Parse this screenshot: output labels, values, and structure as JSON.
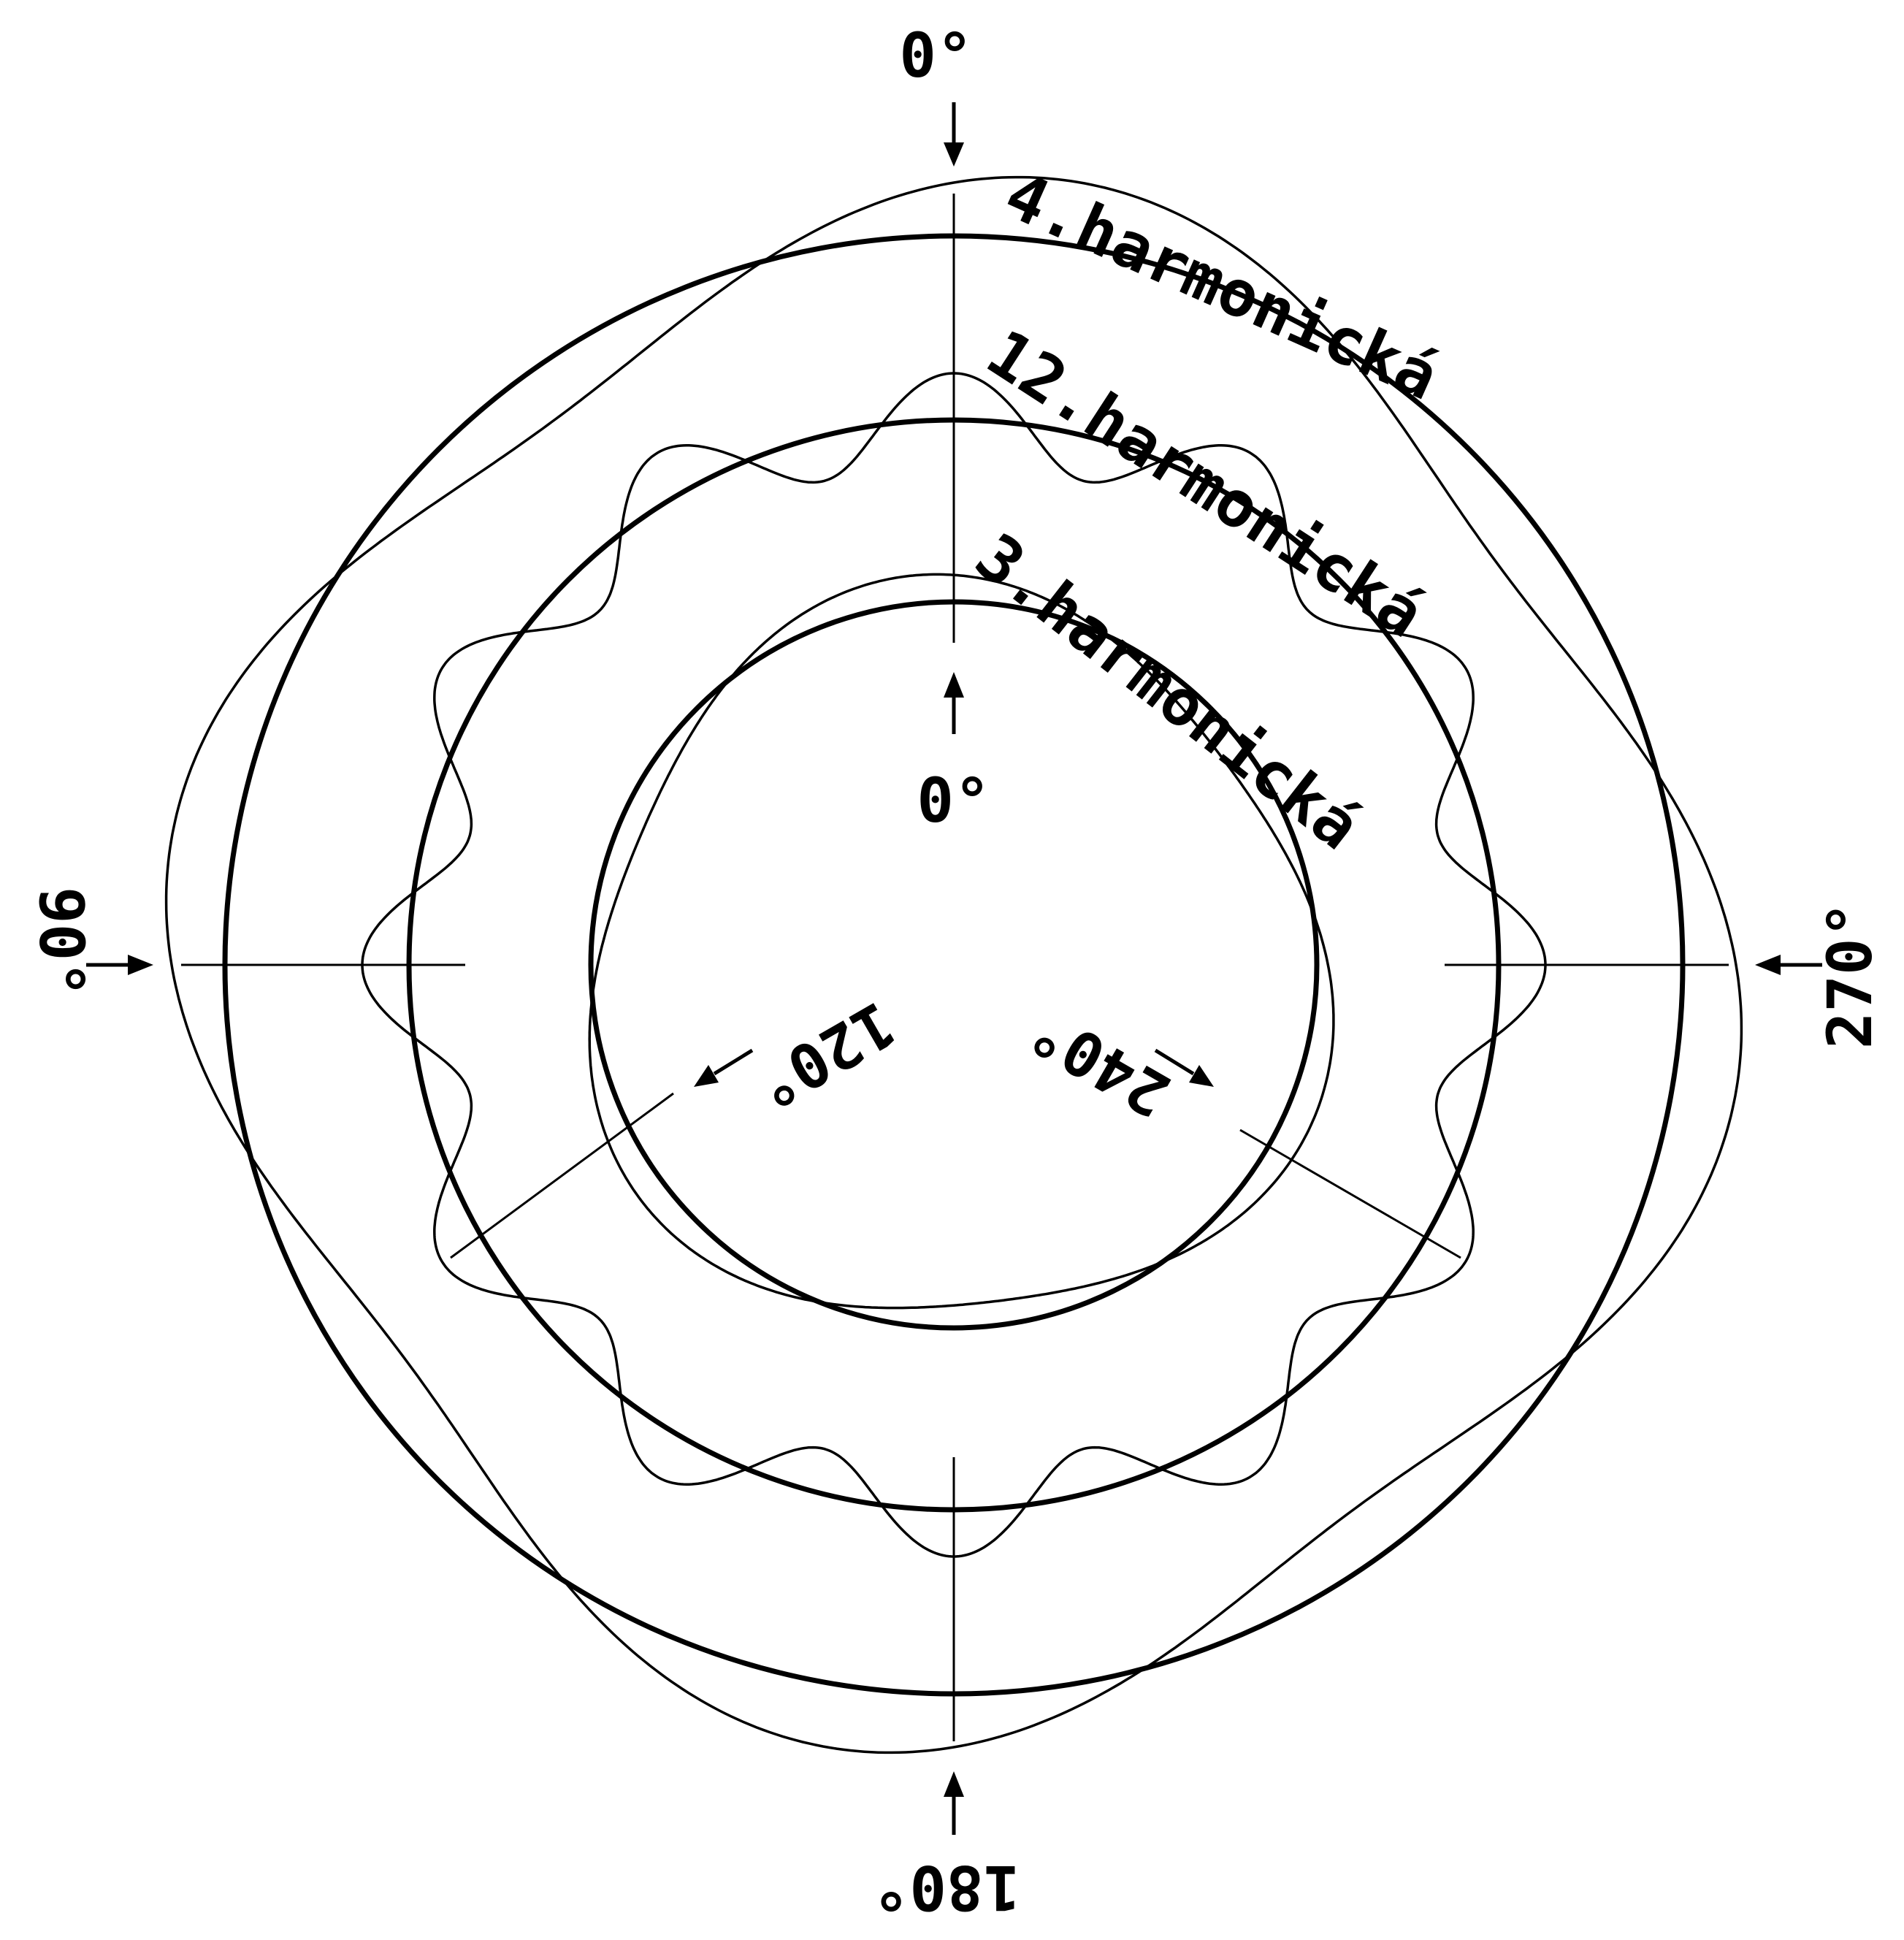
{
  "labels": {
    "top_outer_0": "0°",
    "inner_0": "0°",
    "left_90": "90°",
    "right_270": "270°",
    "bottom_180": "180°",
    "inner_120": "120°",
    "inner_240": "240°",
    "harmonic_4": "4.harmonická",
    "harmonic_12": "12.harmonická",
    "harmonic_3": "3.harmonická"
  },
  "harmonics": [
    {
      "order": 4,
      "label_key": "harmonic_4"
    },
    {
      "order": 12,
      "label_key": "harmonic_12"
    },
    {
      "order": 3,
      "label_key": "harmonic_3"
    }
  ],
  "colors": {
    "ink": "#000000",
    "background": "#ffffff"
  }
}
